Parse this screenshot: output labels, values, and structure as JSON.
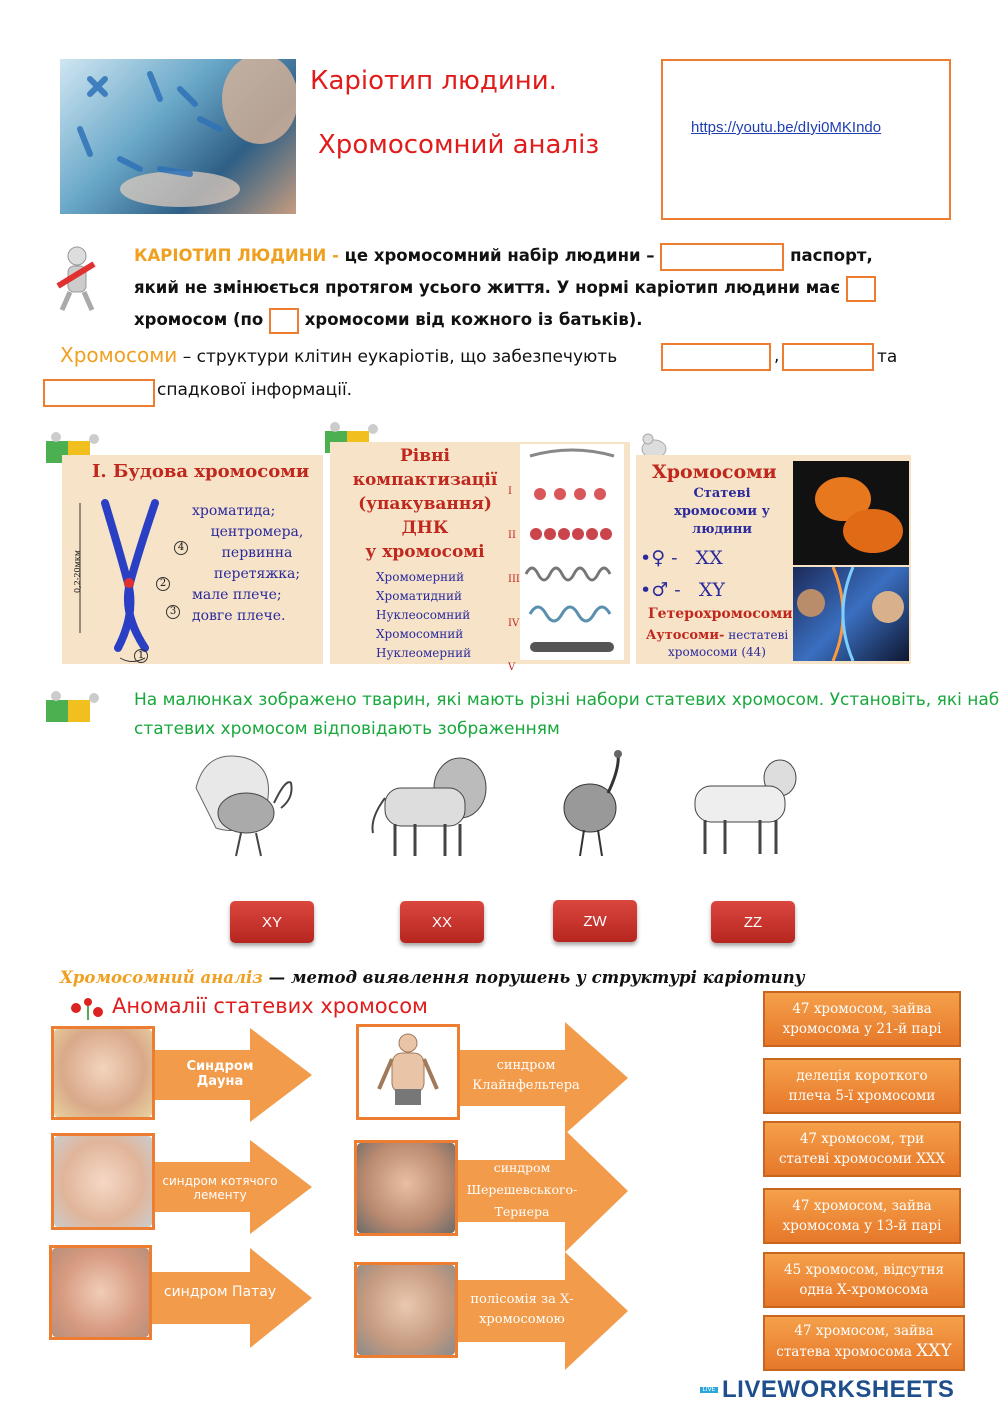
{
  "header": {
    "title_line1": "Каріотип людини.",
    "title_line2": "Хромосомний аналіз",
    "link": "https://youtu.be/dIyi0MKIndo"
  },
  "definition": {
    "term": "КАРІОТИП ЛЮДИНИ -",
    "text1": "це хромосомний набір людини –",
    "text2": "паспорт,",
    "line2": "який не змінюється протягом усього життя. У нормі каріотип людини має",
    "line3a": "хромосом (по",
    "line3b": "хромосоми від кожного із батьків)."
  },
  "chromosomes_def": {
    "term": "Хромосоми",
    "text": "– структури клітин еукаріотів, що забезпечують",
    "comma": ",",
    "and": "та",
    "tail": "спадкової інформації."
  },
  "panel1": {
    "title": "І. Будова хромосоми",
    "items": [
      "хроматида;",
      "центромера,",
      "первинна",
      "перетяжка;",
      "мале плече;",
      "довге плече."
    ],
    "scale": "0,2-20мкм",
    "numbers": [
      "1",
      "2",
      "3",
      "4"
    ]
  },
  "panel2": {
    "title": [
      "Рівні",
      "компактизації",
      "(упакування)",
      "ДНК",
      "у хромосомі"
    ],
    "levels": [
      "Хромомерний",
      "Хроматидний",
      "Нуклеосомний",
      "Хромосомний",
      "Нуклеомерний"
    ],
    "roman": [
      "I",
      "II",
      "III",
      "IV",
      "V"
    ]
  },
  "panel3": {
    "title": "Хромосоми",
    "subtitle": [
      "Статеві",
      "хромосоми у",
      "людини"
    ],
    "female": "•♀ -   XX",
    "male": "•♂ -   XY",
    "hetero": "Гетерохромосоми",
    "auto1": "Аутосоми-",
    "auto2": "нестатеві",
    "auto3": "хромосоми (44)"
  },
  "task": {
    "text_line1": "На малюнках зображено тварин, які мають різні набори статевих хромосом. Установіть, які набори",
    "text_line2": "статевих хромосом відповідають зображенням",
    "animals": [
      "turkey-male",
      "lion",
      "turkey-female",
      "lioness"
    ],
    "buttons": [
      "XY",
      "XX",
      "ZW",
      "ZZ"
    ]
  },
  "analysis": {
    "term": "Хромосомний аналіз",
    "text": " — метод виявлення порушень у структурі каріотипу"
  },
  "anomalies": {
    "title": "Аномалії статевих хромосом",
    "left": [
      "Синдром Дауна",
      "синдром котячого лементу",
      "синдром Патау"
    ],
    "right": [
      "синдром Клайнфельтера",
      "синдром Шерешевського-Тернера",
      "полісомія за Х-хромосомою"
    ],
    "options": [
      "47 хромосом, зайва хромосома у 21-й парі",
      "делеція короткого плеча 5-ї хромосоми",
      "47 хромосом, три статеві хромосоми ХХХ",
      "47 хромосом, зайва хромосома у 13-й парі",
      "45 хромосом, відсутня одна Х-хромосома",
      "47 хромосом, зайва статева хромосома"
    ],
    "last_option_big": "XXY"
  },
  "footer": {
    "logo_small": "LIVE",
    "logo": "LIVEWORKSHEETS"
  },
  "colors": {
    "accent": "#ed7d31",
    "title_red": "#e01c1c",
    "green": "#18a83c"
  }
}
